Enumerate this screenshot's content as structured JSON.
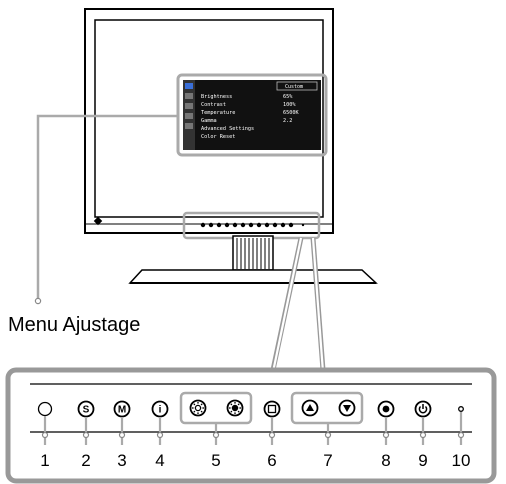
{
  "menu_label": "Menu Ajustage",
  "osd": {
    "title": "Custom",
    "rows": [
      {
        "name": "Brightness",
        "value": "65%"
      },
      {
        "name": "Contrast",
        "value": "100%"
      },
      {
        "name": "Temperature",
        "value": "6500K"
      },
      {
        "name": "Gamma",
        "value": "2.2"
      },
      {
        "name": "Advanced Settings",
        "value": ""
      },
      {
        "name": "Color Reset",
        "value": ""
      }
    ]
  },
  "buttons": [
    {
      "number": "1",
      "icon": "power-indicator-icon",
      "glyph": ""
    },
    {
      "number": "2",
      "icon": "s-mode-button-icon",
      "glyph": "S"
    },
    {
      "number": "3",
      "icon": "m-mode-button-icon",
      "glyph": "M"
    },
    {
      "number": "4",
      "icon": "info-button-icon",
      "glyph": "i"
    },
    {
      "number": "5",
      "icon": "brightness-buttons-icon",
      "glyph": ""
    },
    {
      "number": "6",
      "icon": "input-select-button-icon",
      "glyph": ""
    },
    {
      "number": "7",
      "icon": "up-down-buttons-icon",
      "glyph": ""
    },
    {
      "number": "8",
      "icon": "enter-button-icon",
      "glyph": ""
    },
    {
      "number": "9",
      "icon": "power-button-icon",
      "glyph": ""
    },
    {
      "number": "10",
      "icon": "power-led-icon",
      "glyph": ""
    }
  ]
}
